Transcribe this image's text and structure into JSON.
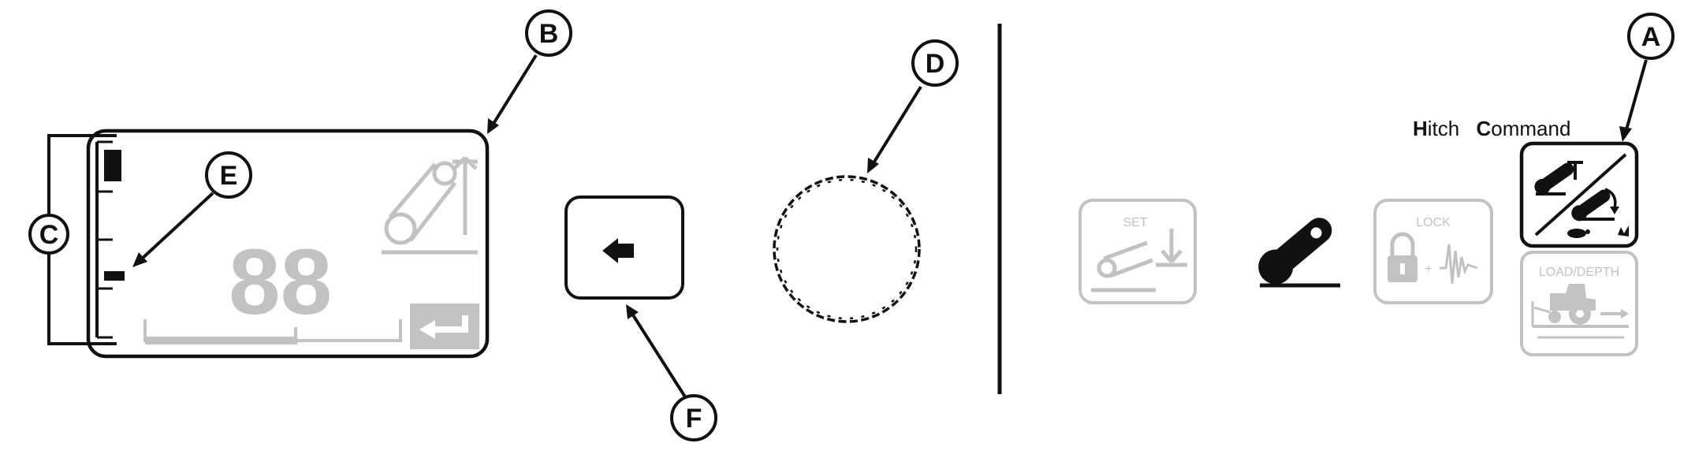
{
  "callouts": {
    "a": "A",
    "b": "B",
    "c": "C",
    "d": "D",
    "e": "E",
    "f": "F"
  },
  "display": {
    "digits": "88"
  },
  "header": {
    "hitch_bold": "H",
    "hitch_rest": "itch",
    "command_bold": "C",
    "command_rest": "ommand"
  },
  "buttons": {
    "set_label": "SET",
    "lock_label": "LOCK",
    "lock_plus": "+",
    "load_depth_label": "LOAD/DEPTH"
  },
  "icons": {
    "display_hitch_raise": "hitch-raise-icon",
    "display_enter": "enter-icon",
    "back": "left-arrow-icon",
    "knob": "rotary-knob",
    "set": "hitch-lower-set-icon",
    "lever": "hitch-lever-icon",
    "lock": "padlock-icon",
    "command": "hitch-command-icon",
    "load_depth": "tractor-load-depth-icon"
  },
  "colors": {
    "line": "#111111",
    "inactive": "#c2c2c2"
  }
}
